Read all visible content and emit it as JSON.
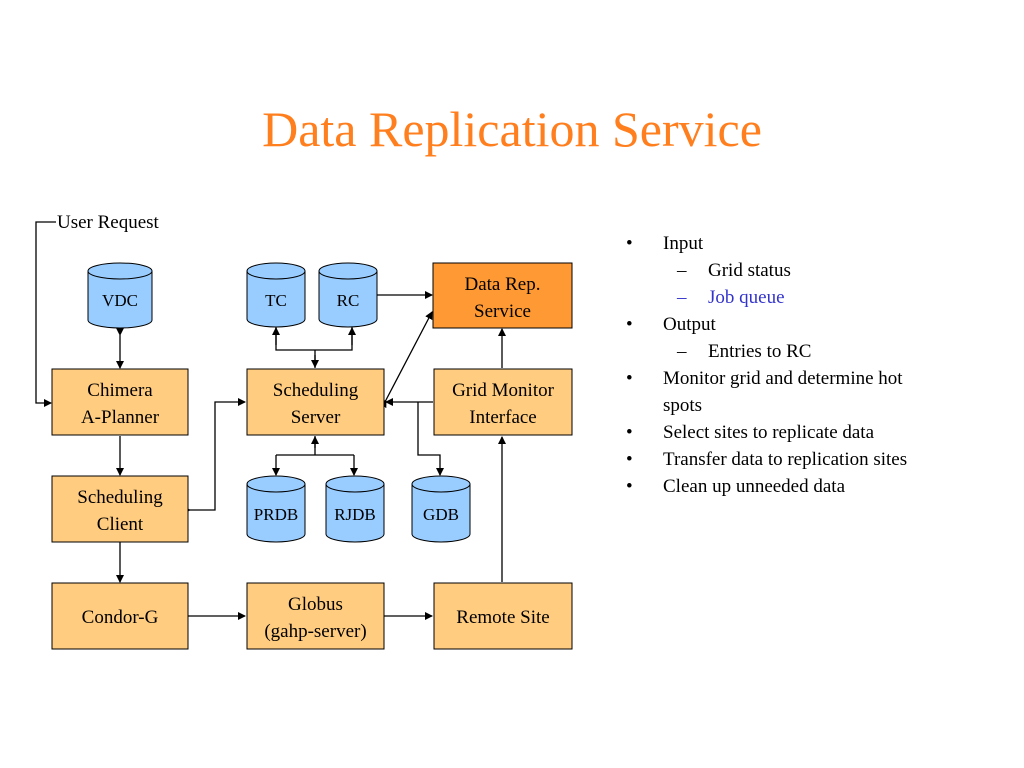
{
  "title": "Data Replication Service",
  "diagram": {
    "user_request": "User Request",
    "boxes": {
      "data_rep_service": [
        "Data Rep.",
        "Service"
      ],
      "chimera": [
        "Chimera",
        "A-Planner"
      ],
      "scheduling_server": [
        "Scheduling",
        "Server"
      ],
      "grid_monitor": [
        "Grid Monitor",
        "Interface"
      ],
      "scheduling_client": [
        "Scheduling",
        "Client"
      ],
      "condor_g": [
        "Condor-G"
      ],
      "globus": [
        "Globus",
        "(gahp-server)"
      ],
      "remote_site": [
        "Remote Site"
      ]
    },
    "databases": {
      "vdc": "VDC",
      "tc": "TC",
      "rc": "RC",
      "prdb": "PRDB",
      "rjdb": "RJDB",
      "gdb": "GDB"
    },
    "colors": {
      "box_fill": "#ffcc80",
      "highlight_fill": "#ff9933",
      "db_fill": "#99ccff"
    }
  },
  "bullets": {
    "input": "Input",
    "grid_status": "Grid status",
    "job_queue": "Job queue",
    "output": "Output",
    "entries_to_rc": "Entries to RC",
    "monitor_grid": "Monitor grid and determine hot spots",
    "select_sites": "Select sites to replicate data",
    "transfer_data": "Transfer data to replication sites",
    "clean_up": "Clean up unneeded data"
  }
}
